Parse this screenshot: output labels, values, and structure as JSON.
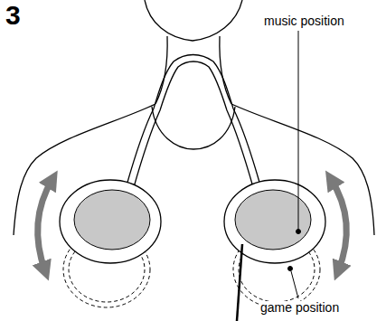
{
  "diagram": {
    "labels": [
      "3",
      "music position",
      "game position"
    ]
  }
}
